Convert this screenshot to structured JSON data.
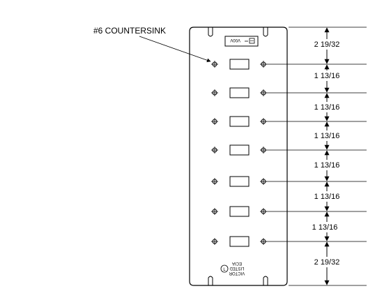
{
  "callout": {
    "label": "#6 COUNTERSINK"
  },
  "switch_label": {
    "text": "V00V"
  },
  "maker_marking": {
    "lines": [
      "VICTOR",
      "LISTED",
      "ECIA"
    ]
  },
  "dimensions": [
    {
      "label": "2 19/32"
    },
    {
      "label": "1 13/16"
    },
    {
      "label": "1 13/16"
    },
    {
      "label": "1 13/16"
    },
    {
      "label": "1 13/16"
    },
    {
      "label": "1 13/16"
    },
    {
      "label": "1 13/16"
    },
    {
      "label": "2 19/32"
    }
  ],
  "rows": [
    {
      "name": "row-1"
    },
    {
      "name": "row-2"
    },
    {
      "name": "row-3"
    },
    {
      "name": "row-4"
    },
    {
      "name": "row-5"
    },
    {
      "name": "row-6"
    },
    {
      "name": "row-7"
    }
  ]
}
